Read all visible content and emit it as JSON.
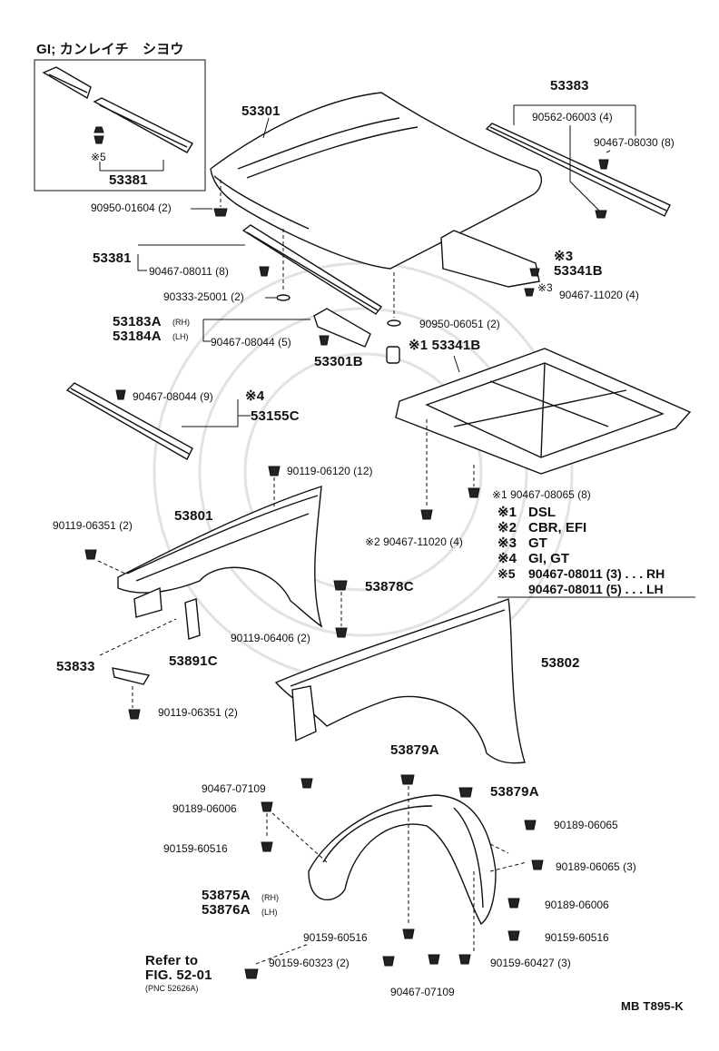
{
  "inset": {
    "title": "GI; カンレイチ　シヨウ",
    "mark": "※5",
    "part": "53381"
  },
  "parts": {
    "hood": "53301",
    "stay": "53383",
    "screw_a": "90562-06003 (4)",
    "clip_a": "90467-08030 (8)",
    "cushion_a": "90950-01604 (2)",
    "weatherstrip": "53381",
    "clip_b": "90467-08011 (8)",
    "plug_a": "90333-25001 (2)",
    "mark3": "※3",
    "insulator_b": "53341B",
    "mark3b": "※3",
    "clip_c": "90467-11020 (4)",
    "bracket_rh": "53183A",
    "rh": "(RH)",
    "bracket_lh": "53184A",
    "lh": "(LH)",
    "clip_d": "90467-08044 (5)",
    "cushion_b": "90950-06051 (2)",
    "bumper": "53301B",
    "insulator_main": "※1 53341B",
    "clip_e": "90467-08044 (9)",
    "mark4": "※4",
    "seal": "53155C",
    "bolt_a": "90119-06120 (12)",
    "bolt_b": "90119-06351 (2)",
    "fender_lh": "53801",
    "clip_f": "※1  90467-08065 (8)",
    "clip_g": "※2 90467-11020 (4)",
    "bracket_c": "53878C",
    "bolt_c": "90119-06406 (2)",
    "bracket_d": "53891C",
    "bracket_e": "53833",
    "bolt_d": "90119-06351 (2)",
    "fender_rh": "53802",
    "nut_a": "53879A",
    "nut_b": "53879A",
    "clip_h": "90467-07109",
    "nut_c": "90189-06006",
    "nut_d": "90189-06065",
    "bolt_e": "90159-60516",
    "nut_e": "90189-06065 (3)",
    "liner_rh": "53875A",
    "liner_lh": "53876A",
    "nut_f": "90189-06006",
    "bolt_f": "90159-60516",
    "bolt_g": "90159-60516",
    "refer1": "Refer to",
    "refer2": "FIG. 52-01",
    "refer3": "(PNC 52626A)",
    "bolt_h": "90159-60323 (2)",
    "bolt_i": "90159-60427 (3)",
    "clip_i": "90467-07109"
  },
  "legend": [
    {
      "mark": "※1",
      "text": "DSL"
    },
    {
      "mark": "※2",
      "text": "CBR, EFI"
    },
    {
      "mark": "※3",
      "text": "GT"
    },
    {
      "mark": "※4",
      "text": "GI, GT"
    },
    {
      "mark": "※5",
      "text": "90467-08011 (3) . . . RH"
    },
    {
      "mark": "",
      "text": "90467-08011 (5) . . . LH"
    }
  ],
  "footer": "MB T895-K"
}
